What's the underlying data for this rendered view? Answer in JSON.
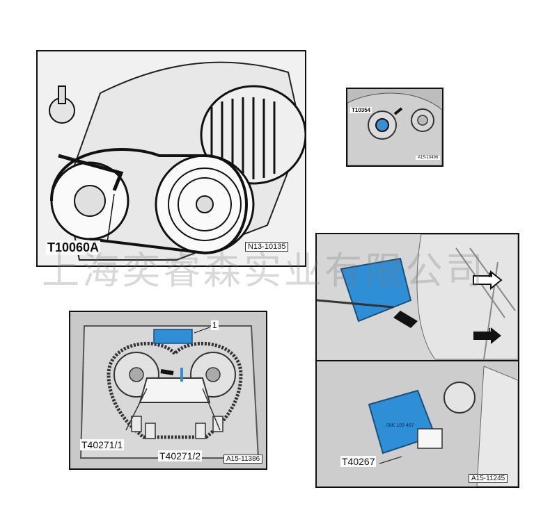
{
  "panels": {
    "top_left": {
      "tool_label": "T10060A",
      "code": "N13-10135"
    },
    "top_right": {
      "tool_label": "T10354",
      "code": "A15-10496"
    },
    "bottom_left": {
      "callout": "1",
      "tool_label_1": "T40271/1",
      "tool_label_2": "T40271/2",
      "code": "A15-11386"
    },
    "bottom_right": {
      "arrow_1": "II",
      "arrow_2": "II",
      "tool_label": "T40267",
      "part_text": "06K 109 467",
      "code": "A15-11245"
    }
  },
  "watermark": "上海奕睿森实业有限公司",
  "colors": {
    "part_blue": "#2f8fd6",
    "line": "#111111",
    "panel_bg": "#f3f3f3"
  }
}
